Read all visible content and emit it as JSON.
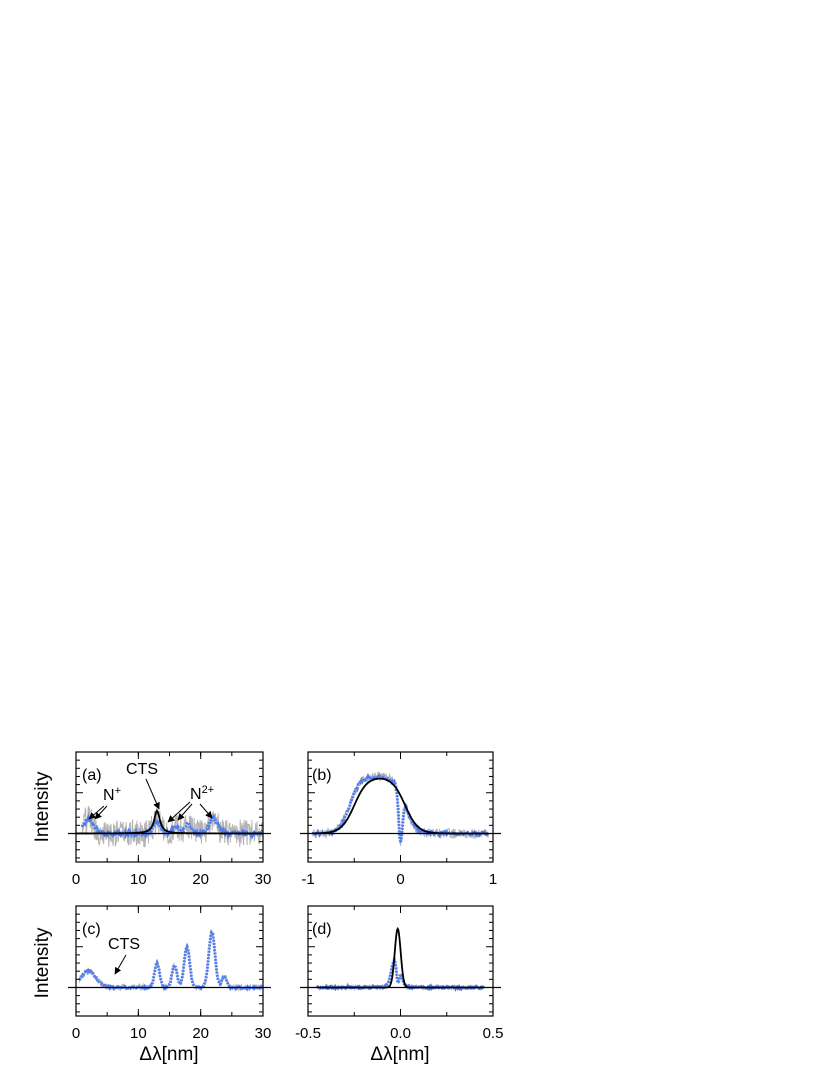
{
  "chart_data": [
    {
      "panel": "(a)",
      "type": "line",
      "ylabel": "Intensity",
      "xlabel": "",
      "xlim": [
        0,
        30
      ],
      "ylim": [
        -0.35,
        1.0
      ],
      "xticks": [
        0,
        10,
        20,
        30
      ],
      "xticklabels": [
        "0",
        "10",
        "20",
        "30"
      ],
      "grid": false,
      "series": [
        {
          "role": "raw",
          "color": "#b4b4b4",
          "peaks": [
            [
              2.0,
              0.18,
              0.8
            ],
            [
              13.0,
              0.15,
              0.6
            ],
            [
              16.0,
              0.08,
              0.5
            ],
            [
              18.0,
              0.12,
              0.5
            ],
            [
              22.0,
              0.18,
              0.7
            ]
          ],
          "noise": 0.17,
          "x_range": [
            1.0,
            30
          ]
        },
        {
          "role": "smoothed",
          "color": "#4f7cf0",
          "peaks": [
            [
              2.0,
              0.18,
              0.8
            ],
            [
              13.0,
              0.15,
              0.6
            ],
            [
              16.0,
              0.08,
              0.5
            ],
            [
              18.0,
              0.12,
              0.5
            ],
            [
              22.0,
              0.18,
              0.7
            ]
          ],
          "noise": 0.02,
          "x_range": [
            1.0,
            30
          ]
        },
        {
          "role": "model",
          "color": "#000000",
          "lorentz": [
            [
              13.0,
              0.28,
              0.55
            ]
          ],
          "x_range": [
            0,
            30
          ]
        }
      ],
      "annotations": [
        {
          "id": "n-plus",
          "label": "N",
          "sup": "+"
        },
        {
          "id": "cts",
          "label": "CTS"
        },
        {
          "id": "n-2plus",
          "label": "N",
          "sup": "2+"
        }
      ]
    },
    {
      "panel": "(b)",
      "type": "line",
      "xlabel": "",
      "xlim": [
        -1,
        1
      ],
      "ylim": [
        -0.35,
        1.0
      ],
      "xticks": [
        -1,
        0,
        1
      ],
      "xticklabels": [
        "-1",
        "0",
        "1"
      ],
      "grid": false,
      "series": [
        {
          "role": "raw",
          "color": "#b4b4b4",
          "plateau": [
            -0.55,
            0.05,
            0.7,
            0.055
          ],
          "dip": [
            0.0,
            0.02,
            0.6
          ],
          "noise": 0.06,
          "x_range": [
            -0.95,
            0.95
          ]
        },
        {
          "role": "smoothed",
          "color": "#4f7cf0",
          "plateau": [
            -0.55,
            0.05,
            0.7,
            0.055
          ],
          "dip": [
            0.0,
            0.02,
            0.6
          ],
          "noise": 0.015,
          "x_range": [
            -0.95,
            0.95
          ]
        },
        {
          "role": "model",
          "color": "#000000",
          "plateau": [
            -0.5,
            0.05,
            0.7,
            0.07
          ],
          "x_range": [
            -0.95,
            0.95
          ]
        }
      ]
    },
    {
      "panel": "(c)",
      "type": "line",
      "ylabel": "Intensity",
      "xlabel": "Δλ[nm]",
      "xlim": [
        0,
        30
      ],
      "ylim": [
        -0.35,
        1.0
      ],
      "xticks": [
        0,
        10,
        20,
        30
      ],
      "xticklabels": [
        "0",
        "10",
        "20",
        "30"
      ],
      "grid": false,
      "series": [
        {
          "role": "raw",
          "color": "#b4b4b4",
          "peaks": [
            [
              2.0,
              0.2,
              1.2
            ],
            [
              13.0,
              0.3,
              0.4
            ],
            [
              15.8,
              0.27,
              0.4
            ],
            [
              17.8,
              0.5,
              0.45
            ],
            [
              21.8,
              0.68,
              0.5
            ],
            [
              23.8,
              0.13,
              0.4
            ]
          ],
          "noise": 0.04,
          "x_range": [
            0.5,
            30
          ]
        },
        {
          "role": "smoothed",
          "color": "#4f7cf0",
          "peaks": [
            [
              2.0,
              0.2,
              1.2
            ],
            [
              13.0,
              0.3,
              0.4
            ],
            [
              15.8,
              0.27,
              0.4
            ],
            [
              17.8,
              0.5,
              0.45
            ],
            [
              21.8,
              0.68,
              0.5
            ],
            [
              23.8,
              0.13,
              0.4
            ]
          ],
          "noise": 0.01,
          "x_range": [
            0.5,
            30
          ]
        }
      ],
      "annotations": [
        {
          "id": "cts",
          "label": "CTS"
        }
      ]
    },
    {
      "panel": "(d)",
      "type": "line",
      "xlabel": "Δλ[nm]",
      "xlim": [
        -0.5,
        0.5
      ],
      "ylim": [
        -0.35,
        1.0
      ],
      "xticks": [
        -0.5,
        0,
        0.5
      ],
      "xticklabels": [
        "-0.5",
        "0.0",
        "0.5"
      ],
      "grid": false,
      "series": [
        {
          "role": "raw",
          "color": "#b4b4b4",
          "gauss": [
            [
              -0.025,
              0.38,
              0.022
            ]
          ],
          "dip": [
            -0.015,
            0.008,
            0.28
          ],
          "noise": 0.03,
          "x_range": [
            -0.45,
            0.45
          ]
        },
        {
          "role": "smoothed",
          "color": "#4f7cf0",
          "gauss": [
            [
              -0.025,
              0.38,
              0.022
            ]
          ],
          "dip": [
            -0.015,
            0.008,
            0.28
          ],
          "noise": 0.01,
          "x_range": [
            -0.45,
            0.45
          ]
        },
        {
          "role": "model",
          "color": "#000000",
          "gauss": [
            [
              -0.015,
              0.72,
              0.016
            ]
          ],
          "x_range": [
            -0.45,
            0.45
          ]
        }
      ]
    }
  ]
}
